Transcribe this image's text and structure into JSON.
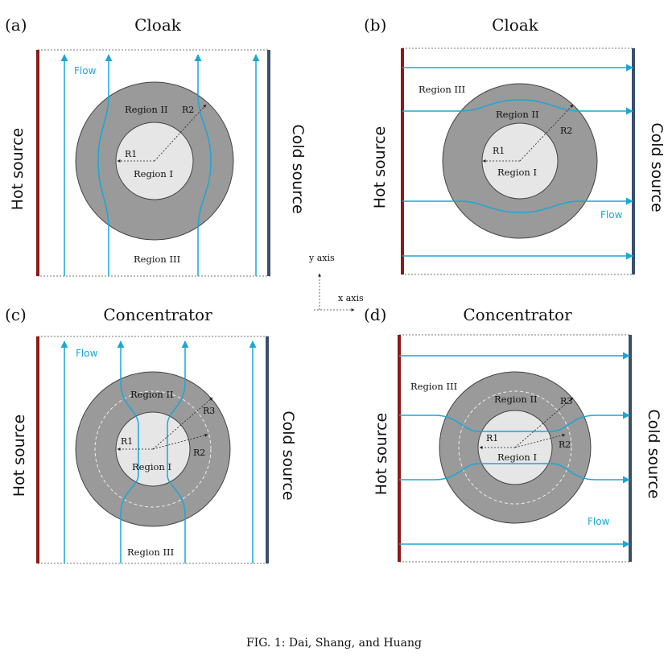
{
  "panels": {
    "a": {
      "label": "(a)",
      "title": "Cloak",
      "hot": "Hot source",
      "cold": "Cold source",
      "flow": "Flow",
      "region1": "Region I",
      "region2": "Region II",
      "region3": "Region III",
      "r1": "R1",
      "r2": "R2"
    },
    "b": {
      "label": "(b)",
      "title": "Cloak",
      "hot": "Hot source",
      "cold": "Cold source",
      "flow": "Flow",
      "region1": "Region I",
      "region2": "Region II",
      "region3": "Region III",
      "r1": "R1",
      "r2": "R2"
    },
    "c": {
      "label": "(c)",
      "title": "Concentrator",
      "hot": "Hot source",
      "cold": "Cold source",
      "flow": "Flow",
      "region1": "Region I",
      "region2": "Region II",
      "region3": "Region III",
      "r1": "R1",
      "r2": "R2",
      "r3": "R3"
    },
    "d": {
      "label": "(d)",
      "title": "Concentrator",
      "hot": "Hot source",
      "cold": "Cold source",
      "flow": "Flow",
      "region1": "Region I",
      "region2": "Region II",
      "region3": "Region III",
      "r1": "R1",
      "r2": "R2",
      "r3": "R3"
    }
  },
  "axes": {
    "y": "y axis",
    "x": "x axis"
  },
  "caption": "FIG. 1: Dai, Shang, and Huang",
  "colors": {
    "hot": "#8b1a1a",
    "cold": "#3b4f6b",
    "flow": "#1aa7d6",
    "shell": "#9a9a9a",
    "core": "#e6e6e6"
  }
}
